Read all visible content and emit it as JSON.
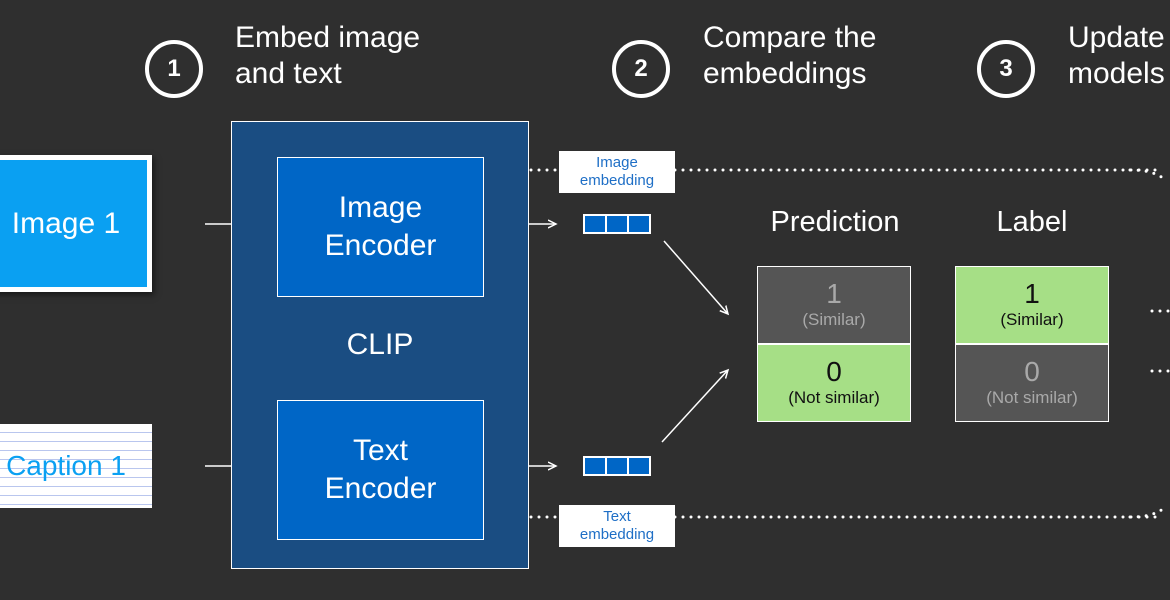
{
  "steps": [
    {
      "number": "1",
      "title": "Embed image\nand text"
    },
    {
      "number": "2",
      "title": "Compare the\nembeddings"
    },
    {
      "number": "3",
      "title": "Update\nmodels"
    }
  ],
  "inputs": {
    "image_label": "Image 1",
    "caption_label": "Caption 1"
  },
  "clip": {
    "label": "CLIP",
    "image_encoder": "Image\nEncoder",
    "text_encoder": "Text\nEncoder"
  },
  "embeddings": {
    "image_tag": "Image\nembedding",
    "text_tag": "Text\nembedding"
  },
  "table": {
    "prediction_header": "Prediction",
    "label_header": "Label",
    "prediction": [
      {
        "value": "1",
        "sub": "(Similar)"
      },
      {
        "value": "0",
        "sub": "(Not similar)"
      }
    ],
    "label": [
      {
        "value": "1",
        "sub": "(Similar)"
      },
      {
        "value": "0",
        "sub": "(Not similar)"
      }
    ]
  },
  "colors": {
    "background": "#2f2f2f",
    "clip_panel": "#1a4d82",
    "encoder": "#0066c6",
    "image_input": "#0aa0f2",
    "match_green": "#a6df86",
    "mismatch_gray": "#555555"
  }
}
